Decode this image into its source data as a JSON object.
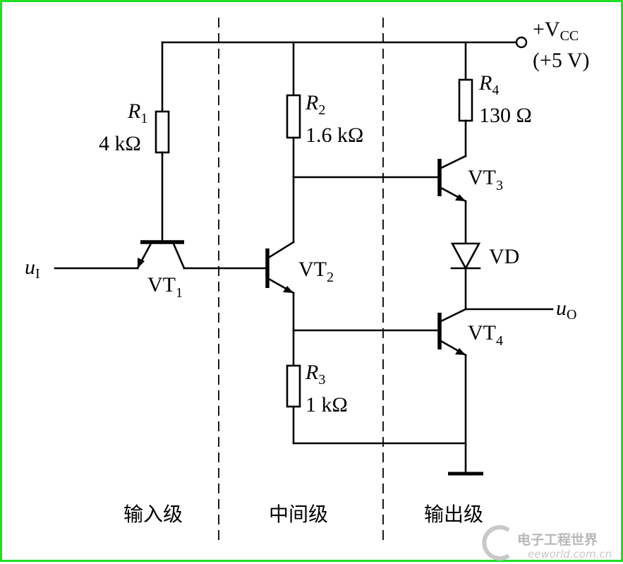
{
  "supply": {
    "label": "+V",
    "sub": "CC",
    "value": "(+5 V)"
  },
  "resistors": {
    "r1": {
      "name": "R",
      "sub": "1",
      "value": "4 kΩ"
    },
    "r2": {
      "name": "R",
      "sub": "2",
      "value": "1.6 kΩ"
    },
    "r3": {
      "name": "R",
      "sub": "3",
      "value": "1 kΩ"
    },
    "r4": {
      "name": "R",
      "sub": "4",
      "value": "130 Ω"
    }
  },
  "transistors": {
    "vt1": {
      "name": "VT",
      "sub": "1"
    },
    "vt2": {
      "name": "VT",
      "sub": "2"
    },
    "vt3": {
      "name": "VT",
      "sub": "3"
    },
    "vt4": {
      "name": "VT",
      "sub": "4"
    }
  },
  "diode": {
    "name": "VD"
  },
  "input": {
    "name": "u",
    "sub": "I"
  },
  "output": {
    "name": "u",
    "sub": "O"
  },
  "stages": {
    "input": "输入级",
    "middle": "中间级",
    "output": "输出级"
  },
  "watermark": {
    "brand": "电子工程世界",
    "url": "eeworld.com.cn"
  }
}
